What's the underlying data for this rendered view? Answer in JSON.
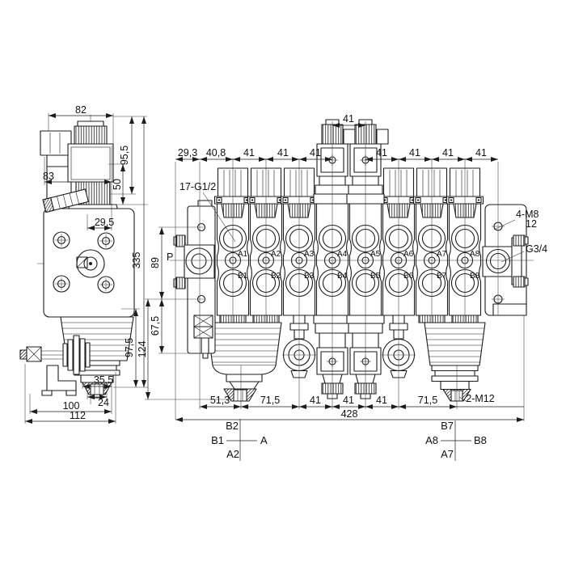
{
  "drawing": {
    "background": "#ffffff",
    "line_color": "#1c1c1c"
  },
  "side_view": {
    "dims": {
      "top_width": "82",
      "solenoid_height": "95,5",
      "connector_width": "83",
      "coil_height": "50",
      "lever_offset": "29,5",
      "total_height": "335",
      "bellows_height": "97,5",
      "cone_width": "35,5",
      "tip_width": "24",
      "base_width": "100",
      "overall_depth": "112"
    }
  },
  "front_view": {
    "dims": {
      "top": [
        "29,3",
        "40,8",
        "41",
        "41",
        "41"
      ],
      "solenoid_pitch": "41",
      "top_right": [
        "41",
        "41",
        "41",
        "41"
      ],
      "hole_pitch": "89",
      "damper_height": "67,5",
      "lower_height": "124",
      "bottom": [
        "51,3",
        "71,5",
        "41",
        "41",
        "41",
        "71,5"
      ],
      "overall": "428"
    },
    "labels": {
      "work_ports": "17-G1/2",
      "mount": "4-M8",
      "mount_depth": "12",
      "inlet": "P",
      "outlet": "G3/4",
      "studs": "2-M12"
    },
    "ports": {
      "a": [
        "A1",
        "A2",
        "A3",
        "A4",
        "A5",
        "A6",
        "A7",
        "A8"
      ],
      "b": [
        "B1",
        "B2",
        "B3",
        "B4",
        "B5",
        "B6",
        "B7",
        "B8"
      ]
    }
  },
  "schematics": {
    "left": {
      "top": "B2",
      "left": "B1",
      "right": "A",
      "bottom": "A2"
    },
    "right": {
      "top": "B7",
      "left": "A8",
      "right": "B8",
      "bottom": "A7"
    }
  }
}
